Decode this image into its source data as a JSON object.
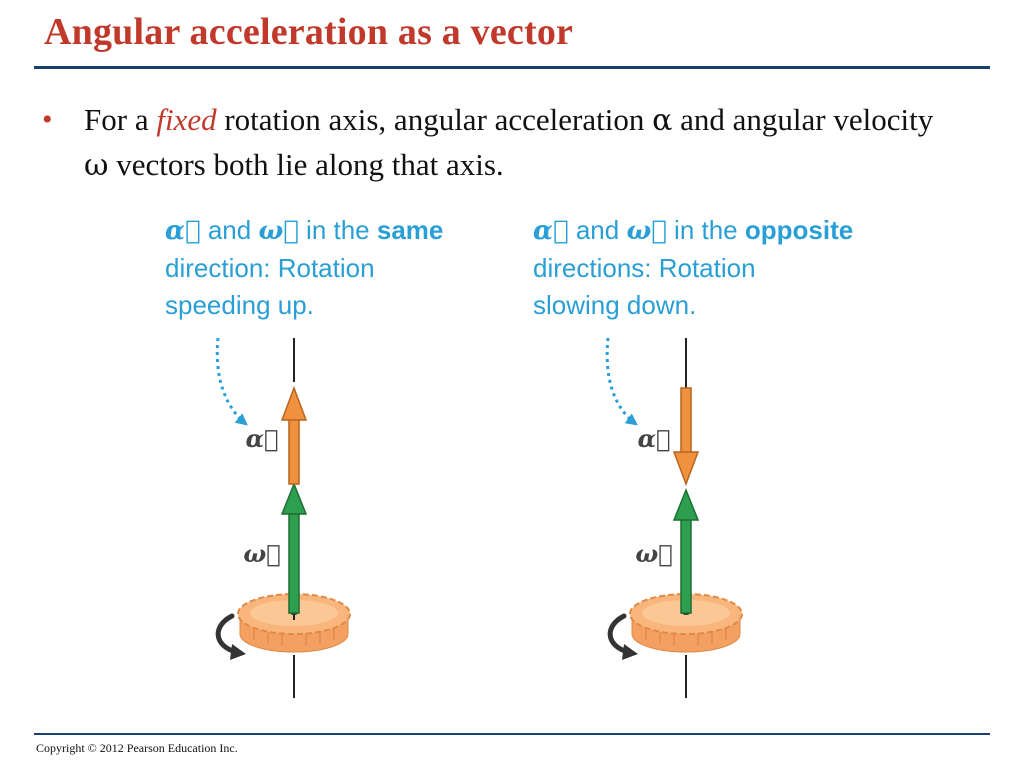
{
  "slide": {
    "title": "Angular acceleration as a vector",
    "bullet_text": {
      "prefix": "For a ",
      "emphasis": "fixed",
      "mid": " rotation axis, angular acceleration ",
      "alpha_symbol": "α",
      "mid2": " and angular velocity ",
      "omega_symbol": "ω",
      "suffix": " vectors both lie along that axis."
    },
    "copyright": "Copyright © 2012 Pearson Education Inc."
  },
  "panels": [
    {
      "alpha_vec": "α⃗",
      "omega_vec": "ω⃗",
      "and_word": " and ",
      "in_the": " in the ",
      "keyword": "same",
      "line2": "direction: Rotation",
      "line3": "speeding up.",
      "alpha_label": "α⃗",
      "omega_label": "ω⃗"
    },
    {
      "alpha_vec": "α⃗",
      "omega_vec": "ω⃗",
      "and_word": " and ",
      "in_the": " in the ",
      "keyword": "opposite",
      "line2": "directions: Rotation",
      "line3": "slowing down.",
      "alpha_label": "α⃗",
      "omega_label": "ω⃗"
    }
  ],
  "colors": {
    "title": "#c0392b",
    "caption": "#2a9fd6",
    "alpha_arrow": "#f0913f",
    "omega_arrow": "#2e9e4f",
    "gear": "#f6a868",
    "rule": "#1a3e6e"
  }
}
